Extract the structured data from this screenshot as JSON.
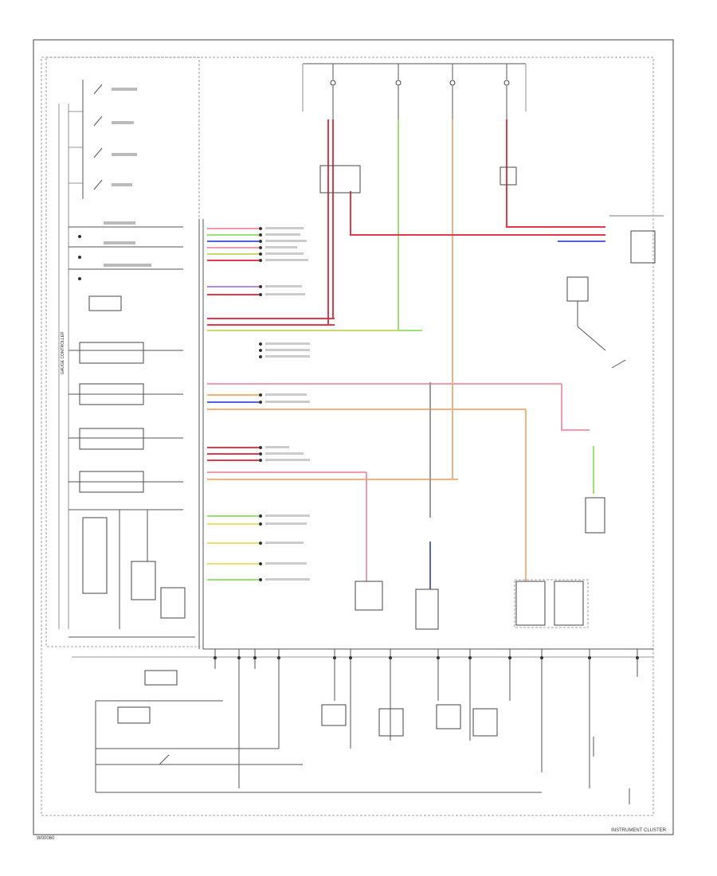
{
  "footer": {
    "left_code": "W00060",
    "right_title": "INSTRUMENT CLUSTER"
  },
  "colors": {
    "red_wire": "#e23a4a",
    "pink_wire": "#f59aae",
    "green_wire": "#9be07a",
    "orange_wire": "#f6b27c",
    "blue_wire": "#5060e0",
    "violet_wire": "#b08ae8",
    "yellow_wire": "#e8e070",
    "olive_wire": "#c8d86a",
    "outline": "#555555",
    "background": "#ffffff"
  },
  "icons": [
    "switch-symbol",
    "connector-pin",
    "lamp-symbol",
    "relay-symbol",
    "sensor-symbol",
    "ground-symbol"
  ]
}
